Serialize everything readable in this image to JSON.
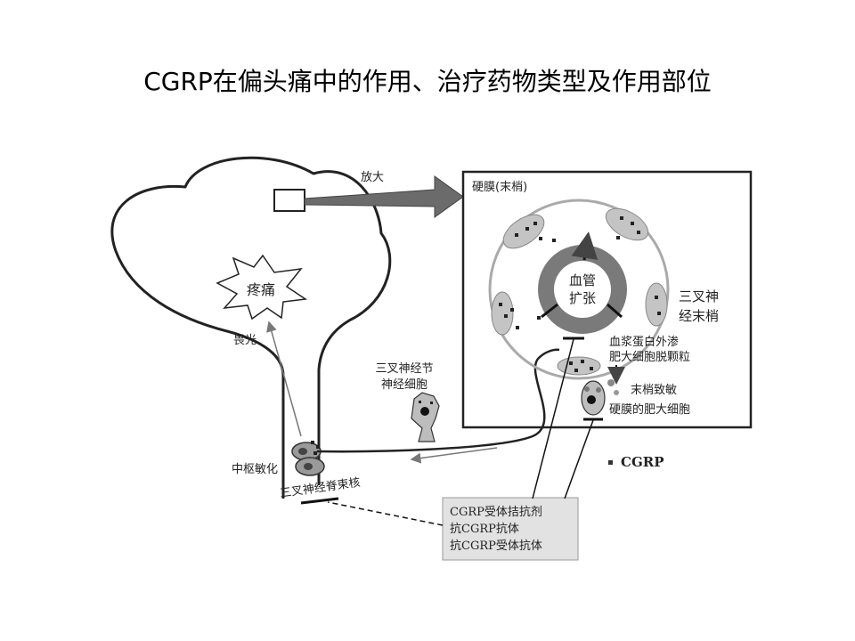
{
  "title": "CGRP在偏头痛中的作用、治疗药物类型及作用部位",
  "labels": {
    "magnify": "放大",
    "pain": "疼痛",
    "photophobia": "畏光",
    "dura": "硬膜(末梢)",
    "vessel_line1": "血管",
    "vessel_line2": "扩张",
    "trigeminal_ending_line1": "三叉神",
    "trigeminal_ending_line2": "经末梢",
    "plasma_line1": "血浆蛋白外渗",
    "plasma_line2": "肥大细胞脱颗粒",
    "sensitization": "末梢致敏",
    "mast_cell": "硬膜的肥大细胞",
    "ganglion_line1": "三叉神经节",
    "ganglion_line2": "神经细胞",
    "central_sens": "中枢敏化",
    "nucleus": "三叉神经脊束核",
    "legend": "CGRP"
  },
  "drugs": [
    "CGRP受体拮抗剂",
    "抗CGRP抗体",
    "抗CGRP受体抗体"
  ],
  "colors": {
    "dark": "#555555",
    "gray": "#777777",
    "light": "#cfcfcf",
    "box": "#e2e2e2"
  }
}
